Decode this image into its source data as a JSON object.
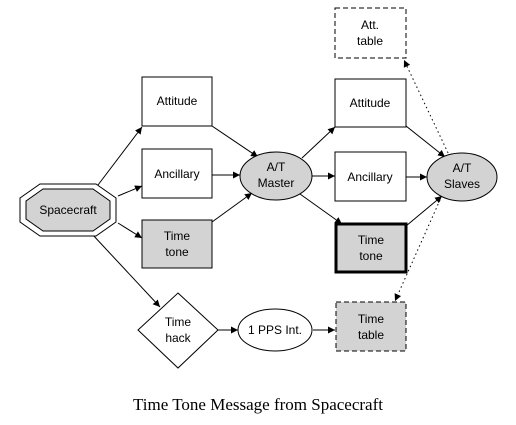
{
  "diagram": {
    "caption": "Time Tone Message from Spacecraft",
    "colors": {
      "gray_fill": "#d3d3d3",
      "white_fill": "#ffffff",
      "stroke": "#000000"
    },
    "nodes": {
      "spacecraft": {
        "label": "Spacecraft",
        "shape": "octagon",
        "fill": "gray"
      },
      "attitude_left": {
        "label": "Attitude",
        "shape": "rectangle"
      },
      "ancillary_left": {
        "label": "Ancillary",
        "shape": "rectangle"
      },
      "time_tone_left": {
        "line1": "Time",
        "line2": "tone",
        "shape": "rectangle",
        "fill": "gray"
      },
      "time_hack": {
        "line1": "Time",
        "line2": "hack",
        "shape": "diamond"
      },
      "at_master": {
        "line1": "A/T",
        "line2": "Master",
        "shape": "ellipse",
        "fill": "gray"
      },
      "pps_int": {
        "label": "1 PPS Int.",
        "shape": "ellipse"
      },
      "attitude_right": {
        "label": "Attitude",
        "shape": "rectangle"
      },
      "ancillary_right": {
        "label": "Ancillary",
        "shape": "rectangle"
      },
      "time_tone_right": {
        "line1": "Time",
        "line2": "tone",
        "shape": "rectangle",
        "fill": "gray",
        "emphasis": "bold border"
      },
      "time_table": {
        "line1": "Time",
        "line2": "table",
        "shape": "rectangle",
        "fill": "gray",
        "border": "dashed"
      },
      "att_table": {
        "line1": "Att.",
        "line2": "table",
        "shape": "rectangle",
        "border": "dashed"
      },
      "at_slaves": {
        "line1": "A/T",
        "line2": "Slaves",
        "shape": "ellipse",
        "fill": "gray"
      }
    },
    "edges": [
      {
        "from": "Spacecraft",
        "to": "Attitude",
        "style": "solid"
      },
      {
        "from": "Spacecraft",
        "to": "Ancillary",
        "style": "solid"
      },
      {
        "from": "Spacecraft",
        "to": "Time tone",
        "style": "solid"
      },
      {
        "from": "Spacecraft",
        "to": "Time hack",
        "style": "solid"
      },
      {
        "from": "Attitude",
        "to": "A/T Master",
        "style": "solid"
      },
      {
        "from": "Ancillary",
        "to": "A/T Master",
        "style": "solid"
      },
      {
        "from": "Time tone",
        "to": "A/T Master",
        "style": "solid"
      },
      {
        "from": "Time hack",
        "to": "1 PPS Int.",
        "style": "solid"
      },
      {
        "from": "1 PPS Int.",
        "to": "Time table",
        "style": "solid"
      },
      {
        "from": "A/T Master",
        "to": "Attitude",
        "style": "solid"
      },
      {
        "from": "A/T Master",
        "to": "Ancillary",
        "style": "solid"
      },
      {
        "from": "A/T Master",
        "to": "Time tone",
        "style": "solid"
      },
      {
        "from": "Attitude",
        "to": "A/T Slaves",
        "style": "solid"
      },
      {
        "from": "Ancillary",
        "to": "A/T Slaves",
        "style": "solid"
      },
      {
        "from": "Time tone",
        "to": "A/T Slaves",
        "style": "solid"
      },
      {
        "from": "A/T Slaves",
        "to": "Att. table",
        "style": "dotted"
      },
      {
        "from": "A/T Slaves",
        "to": "Time table",
        "style": "dotted"
      }
    ]
  }
}
